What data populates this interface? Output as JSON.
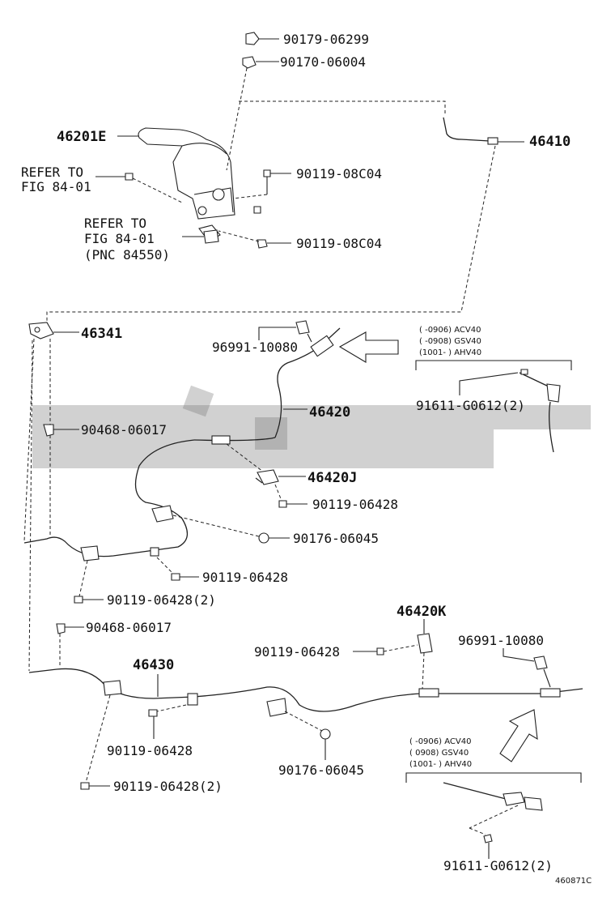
{
  "labels": {
    "p90179": "90179-06299",
    "p90170": "90170-06004",
    "p46201E": "46201E",
    "p46410": "46410",
    "refer1_a": "REFER TO",
    "refer1_b": "FIG 84-01",
    "p90119_a": "90119-08C04",
    "refer2_a": "REFER TO",
    "refer2_b": "FIG 84-01",
    "refer2_c": "(PNC 84550)",
    "p90119_b": "90119-08C04",
    "p46341": "46341",
    "p96991_a": "96991-10080",
    "p46420": "46420",
    "p91611_a": "91611-G0612(2)",
    "p90468_a": "90468-06017",
    "p46420J": "46420J",
    "p90119_c": "90119-06428",
    "p90176_a": "90176-06045",
    "p90119_d": "90119-06428",
    "p90119_e": "90119-06428(2)",
    "p46420K": "46420K",
    "p90468_b": "90468-06017",
    "p90119_f": "90119-06428",
    "p96991_b": "96991-10080",
    "p46430": "46430",
    "p90119_g": "90119-06428",
    "p90176_b": "90176-06045",
    "p90119_h": "90119-06428(2)",
    "p91611_b": "91611-G0612(2)",
    "code": "460871C"
  },
  "applicability_top": [
    "(   -0906) ACV40",
    "(   -0908) GSV40",
    "(1001-    ) AHV40"
  ],
  "applicability_bottom": [
    "(   -0906) ACV40",
    "(   0908) GSV40",
    "(1001-    ) AHV40"
  ],
  "colors": {
    "ink": "#222222",
    "watermark": "#6f6f6f"
  }
}
